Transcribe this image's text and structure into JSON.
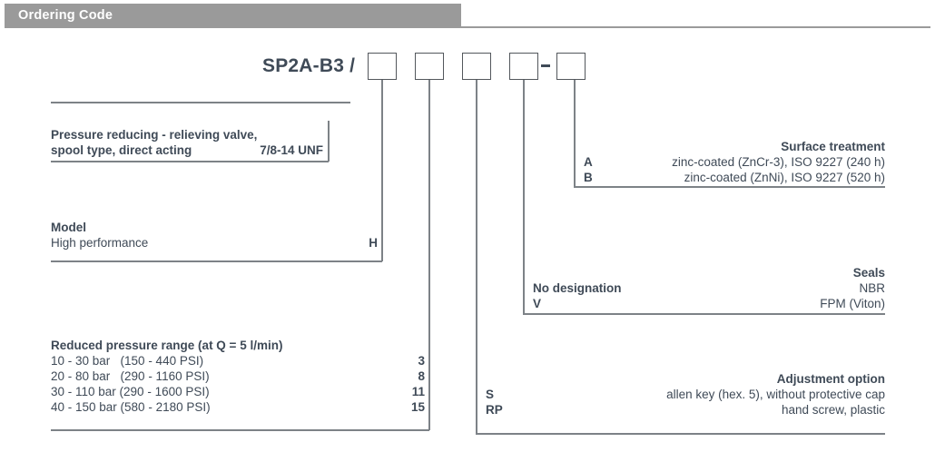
{
  "header": {
    "title": "Ordering Code",
    "bar_color": "#9a9a9a"
  },
  "code_line": {
    "prefix": "SP2A-B3 /",
    "dash": "-",
    "box_count": 5,
    "boxes": [
      "",
      "",
      "",
      "",
      ""
    ]
  },
  "blocks": {
    "product": {
      "title_line1": "Pressure reducing - relieving valve,",
      "title_line2": "spool type, direct acting",
      "thread": "7/8-14 UNF"
    },
    "model": {
      "title": "Model",
      "rows": [
        {
          "desc": "High performance",
          "val": "H"
        }
      ]
    },
    "pressure_range": {
      "title": "Reduced pressure range (at Q = 5 l/min)",
      "rows": [
        {
          "desc": "10 - 30 bar   (150 - 440 PSI)",
          "val": "3"
        },
        {
          "desc": "20 - 80 bar   (290 - 1160 PSI)",
          "val": "8"
        },
        {
          "desc": "30 - 110 bar (290 - 1600 PSI)",
          "val": "11"
        },
        {
          "desc": "40 - 150 bar (580 - 2180 PSI)",
          "val": "15"
        }
      ]
    },
    "surface_treatment": {
      "title": "Surface treatment",
      "rows": [
        {
          "key": "A",
          "desc": "zinc-coated (ZnCr-3), ISO 9227 (240 h)"
        },
        {
          "key": "B",
          "desc": "zinc-coated (ZnNi), ISO 9227 (520 h)"
        }
      ]
    },
    "seals": {
      "title": "Seals",
      "rows": [
        {
          "key": "No designation",
          "desc": "NBR"
        },
        {
          "key": "V",
          "desc": "FPM (Viton)"
        }
      ]
    },
    "adjustment_option": {
      "title": "Adjustment  option",
      "rows": [
        {
          "key": "S",
          "desc": "allen key (hex. 5), without protective cap"
        },
        {
          "key": "RP",
          "desc": "hand screw, plastic"
        }
      ]
    }
  }
}
